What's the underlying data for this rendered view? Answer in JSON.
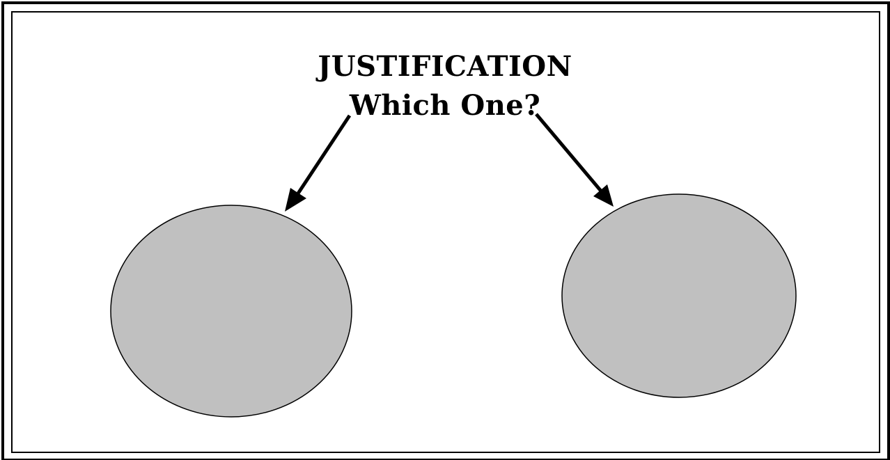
{
  "title": {
    "line1": "JUSTIFICATION",
    "line2": "Which One?"
  },
  "colors": {
    "ellipse_fill": "#c0c0c0",
    "stroke": "#000000",
    "background": "#ffffff"
  },
  "shapes": {
    "left_ellipse": "empty-left-option",
    "right_ellipse": "empty-right-option"
  }
}
